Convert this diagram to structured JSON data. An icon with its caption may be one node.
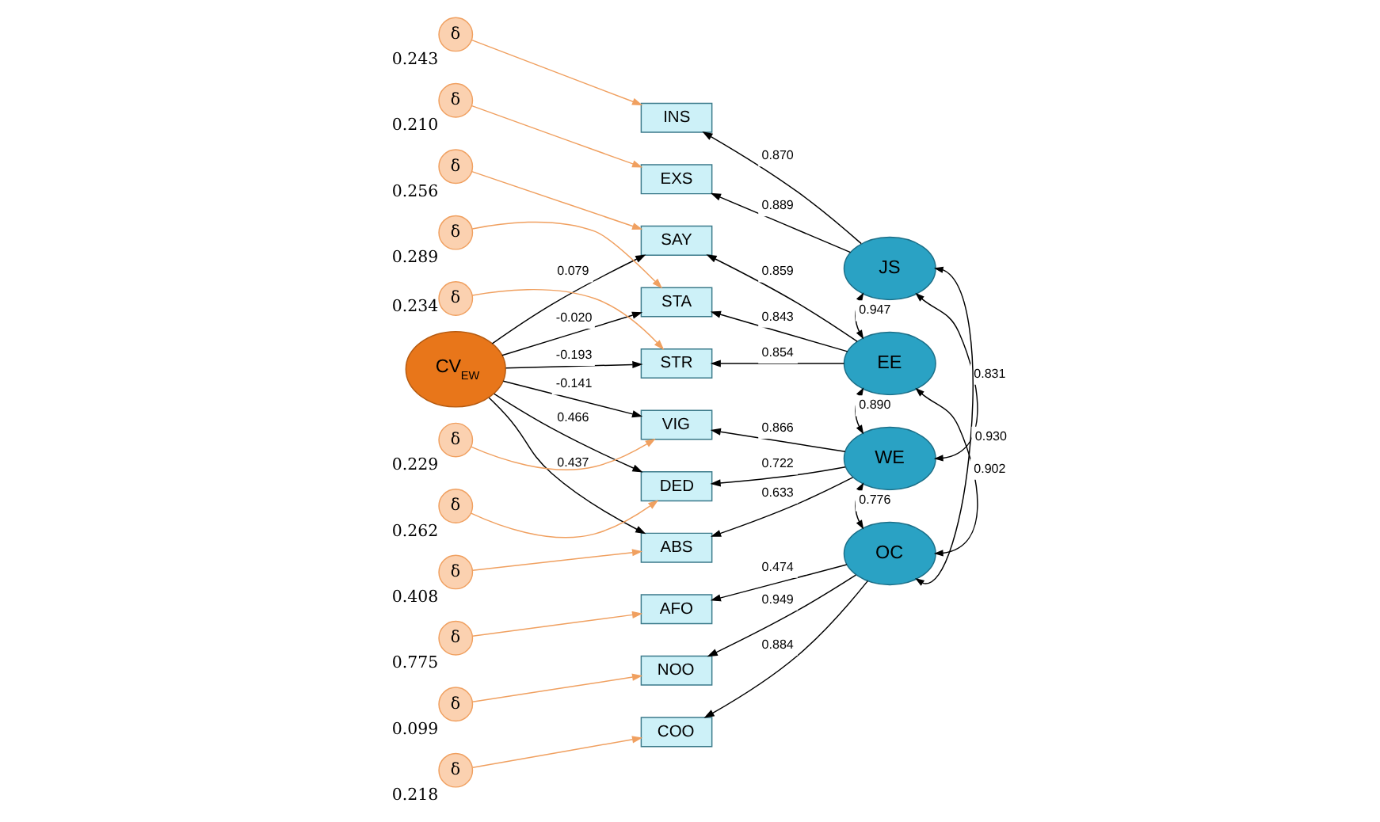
{
  "diagram": {
    "nodes": [
      {
        "text": [
          "CV$_{EW}$"
        ]
      },
      {
        "text": [
          "δ"
        ],
        "beside": [
          "0.243"
        ]
      },
      {
        "text": [
          "INS"
        ]
      },
      {
        "text": [
          "δ"
        ],
        "beside": [
          "0.210"
        ]
      },
      {
        "text": [
          "EXS"
        ]
      },
      {
        "text": [
          "δ"
        ],
        "beside": [
          "0.256"
        ]
      },
      {
        "text": [
          "SAY"
        ]
      },
      {
        "text": [
          "δ"
        ],
        "beside": [
          "0.289"
        ]
      },
      {
        "text": [
          "STA"
        ]
      },
      {
        "text": [
          "δ"
        ],
        "beside": [
          "0.234"
        ]
      },
      {
        "text": [
          "STR"
        ]
      },
      {
        "text": [
          "δ"
        ],
        "beside": [
          "0.229"
        ]
      },
      {
        "text": [
          "VIG"
        ]
      },
      {
        "text": [
          "δ"
        ],
        "beside": [
          "0.262"
        ]
      },
      {
        "text": [
          "DED"
        ]
      },
      {
        "text": [
          "δ"
        ],
        "beside": [
          "0.408"
        ]
      },
      {
        "text": [
          "ABS"
        ]
      },
      {
        "text": [
          "δ"
        ],
        "beside": [
          "0.775"
        ]
      },
      {
        "text": [
          "AFO"
        ]
      },
      {
        "text": [
          "δ"
        ],
        "beside": [
          "0.099"
        ]
      },
      {
        "text": [
          "NOO"
        ]
      },
      {
        "text": [
          "δ"
        ],
        "beside": [
          "0.218"
        ]
      },
      {
        "text": [
          "COO"
        ]
      },
      {
        "text": [
          "JS"
        ]
      },
      {
        "text": [
          "EE"
        ]
      },
      {
        "text": [
          "WE"
        ]
      },
      {
        "text": [
          "OC"
        ]
      }
    ],
    "edges": [
      {
        "from": 1,
        "to": 2,
        "arrow": "to",
        "color": "#f0a060"
      },
      {
        "from": 3,
        "to": 4,
        "arrow": "to",
        "color": "#f0a060"
      },
      {
        "from": 5,
        "to": 6,
        "arrow": "to",
        "color": "#f0a060"
      },
      {
        "from": 7,
        "to": 8,
        "arrow": "to",
        "color": "#f0a060"
      },
      {
        "from": 9,
        "to": 10,
        "arrow": "to",
        "color": "#f0a060"
      },
      {
        "from": 11,
        "to": 12,
        "arrow": "to",
        "color": "#f0a060"
      },
      {
        "from": 13,
        "to": 14,
        "arrow": "to",
        "color": "#f0a060"
      },
      {
        "from": 15,
        "to": 16,
        "arrow": "to",
        "color": "#f0a060"
      },
      {
        "from": 17,
        "to": 18,
        "arrow": "to",
        "color": "#f0a060"
      },
      {
        "from": 19,
        "to": 20,
        "arrow": "to",
        "color": "#f0a060"
      },
      {
        "from": 21,
        "to": 22,
        "arrow": "to",
        "color": "#f0a060"
      },
      {
        "from": 0,
        "to": 6,
        "arrow": "to",
        "label": "0.079"
      },
      {
        "from": 0,
        "to": 8,
        "arrow": "to",
        "label": "-0.020"
      },
      {
        "from": 0,
        "to": 10,
        "arrow": "to",
        "label": "-0.193"
      },
      {
        "from": 0,
        "to": 12,
        "arrow": "to",
        "label": "-0.141"
      },
      {
        "from": 0,
        "to": 14,
        "arrow": "to",
        "label": "0.466"
      },
      {
        "from": 0,
        "to": 16,
        "arrow": "to",
        "label": "0.437"
      },
      {
        "from": 23,
        "to": 2,
        "arrow": "to",
        "label": "0.870"
      },
      {
        "from": 23,
        "to": 4,
        "arrow": "to",
        "label": "0.889"
      },
      {
        "from": 24,
        "to": 6,
        "arrow": "to",
        "label": "0.859"
      },
      {
        "from": 24,
        "to": 8,
        "arrow": "to",
        "label": "0.843"
      },
      {
        "from": 24,
        "to": 10,
        "arrow": "to",
        "label": "0.854"
      },
      {
        "from": 25,
        "to": 12,
        "arrow": "to",
        "label": "0.866"
      },
      {
        "from": 25,
        "to": 14,
        "arrow": "to",
        "label": "0.722"
      },
      {
        "from": 25,
        "to": 16,
        "arrow": "to",
        "label": "0.633"
      },
      {
        "from": 26,
        "to": 18,
        "arrow": "to",
        "label": "0.474"
      },
      {
        "from": 26,
        "to": 20,
        "arrow": "to",
        "label": "0.949"
      },
      {
        "from": 26,
        "to": 22,
        "arrow": "to",
        "label": "0.884"
      },
      {
        "from": 23,
        "to": 24,
        "arrow": "both",
        "label": "0.947"
      },
      {
        "from": 23,
        "to": 25,
        "arrow": "both",
        "label": "0.831"
      },
      {
        "from": 23,
        "to": 26,
        "arrow": "both",
        "label": "0.930"
      },
      {
        "from": 24,
        "to": 25,
        "arrow": "both",
        "label": "0.890"
      },
      {
        "from": 24,
        "to": 26,
        "arrow": "both",
        "label": "0.902"
      },
      {
        "from": 25,
        "to": 26,
        "arrow": "both",
        "label": "0.776"
      }
    ]
  }
}
